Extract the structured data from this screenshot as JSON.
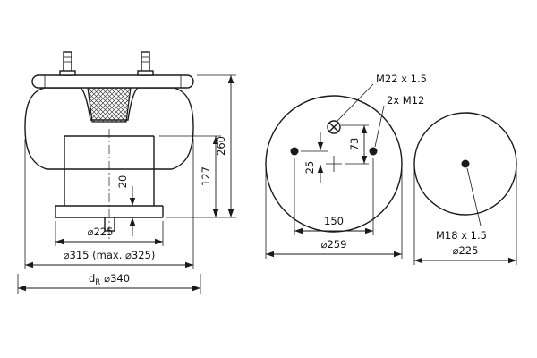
{
  "figure": {
    "type": "technical-drawing-air-spring",
    "views": {
      "side": {
        "dims": {
          "height_total": "260",
          "height_piston": "127",
          "plate_thickness": "20",
          "dia_piston": "⌀225",
          "dia_bellows": "⌀315 (max. ⌀325)",
          "dia_rolling_prefix": "d",
          "dia_rolling_sub": "R",
          "dia_rolling_value": "⌀340"
        }
      },
      "top": {
        "labels": {
          "air_port": "M22 x 1.5",
          "studs": "2x M12"
        },
        "dims": {
          "port_offset": "73",
          "stud_offset": "25",
          "stud_spacing": "150",
          "dia_plate": "⌀259"
        }
      },
      "bottom": {
        "labels": {
          "center_thread": "M18 x 1.5"
        },
        "dims": {
          "dia_base": "⌀225"
        }
      }
    }
  }
}
